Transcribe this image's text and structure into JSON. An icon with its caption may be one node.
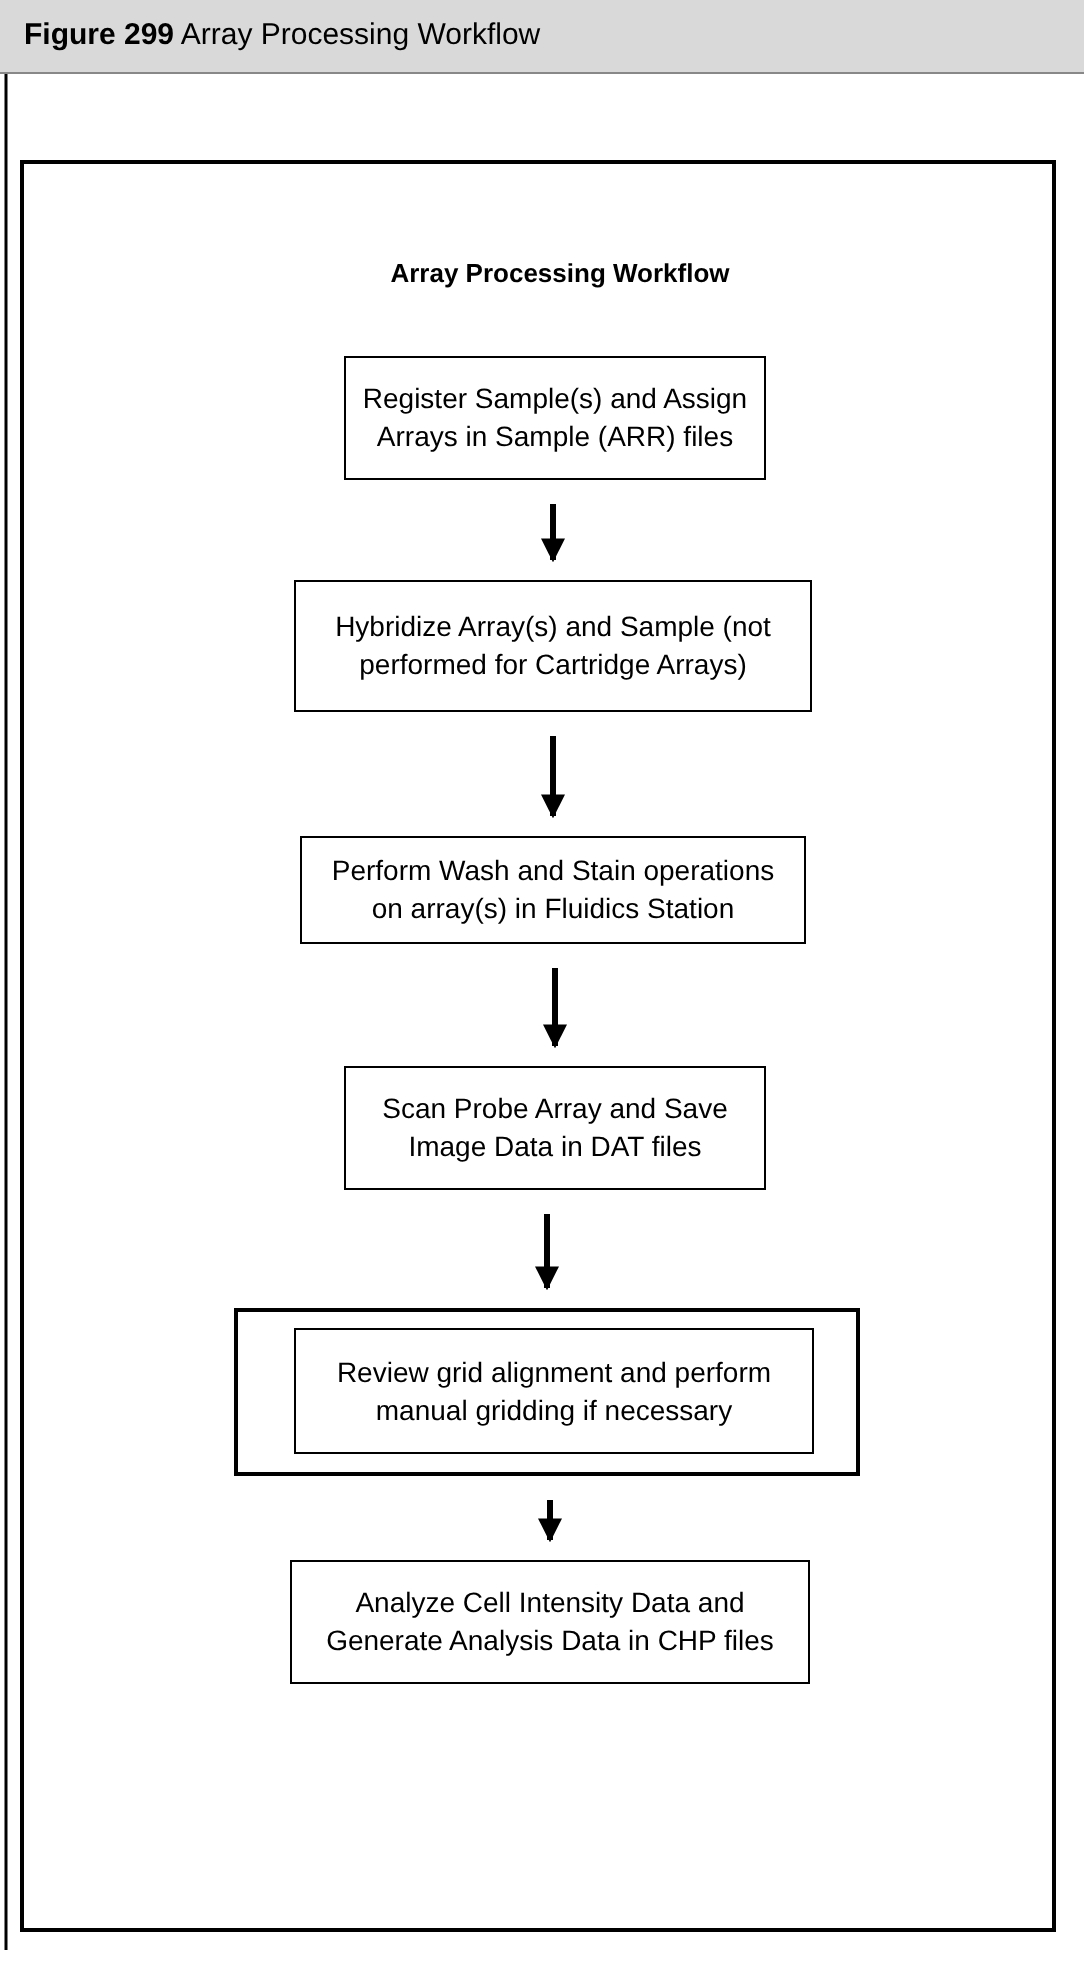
{
  "diagram": {
    "title": "**Figure 299**  Array Processing Workflow",
    "nodes": [
      {
        "text": [
          "Register Sample(s) and Assign Arrays in Sample (ARR) files"
        ]
      },
      {
        "text": [
          "Hybridize Array(s) and Sample (not performed for Cartridge Arrays)"
        ]
      },
      {
        "text": [
          "Perform Wash and Stain operations on array(s) in Fluidics Station"
        ]
      },
      {
        "text": [
          "Scan Probe Array and Save Image Data in DAT files"
        ]
      },
      {
        "text": [],
        "shape": "box"
      },
      {
        "text": [
          "Review grid alignment and perform manual gridding if necessary"
        ],
        "in": 4
      },
      {
        "text": [
          "Analyze Cell Intensity Data and Generate Analysis Data in CHP files"
        ]
      }
    ],
    "edges": [
      {
        "from": 0,
        "to": 1,
        "arrow": "to"
      },
      {
        "from": 1,
        "to": 2,
        "arrow": "to"
      },
      {
        "from": 2,
        "to": 3,
        "arrow": "to"
      },
      {
        "from": 3,
        "to": 4,
        "arrow": "to"
      },
      {
        "from": 4,
        "to": 6,
        "arrow": "to"
      }
    ],
    "labels": [
      "Array Processing Workflow"
    ]
  }
}
